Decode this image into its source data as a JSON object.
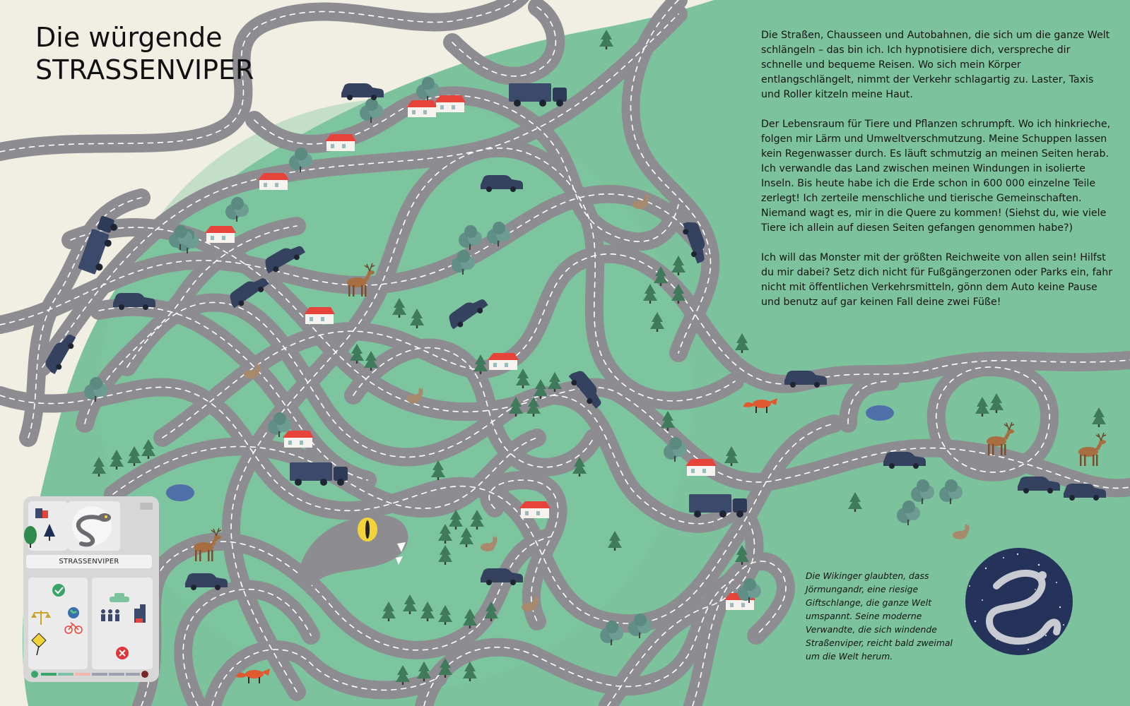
{
  "title": {
    "line1": "Die würgende",
    "line2": "STRASSENVIPER"
  },
  "paragraphs": [
    "Die Straßen, Chausseen und Autobahnen, die sich um die ganze Welt schlängeln – das bin ich. Ich hypnotisiere dich, verspreche dir schnelle und bequeme Reisen. Wo sich mein Körper entlangschlängelt, nimmt der Verkehr schlagartig zu. Laster, Taxis und Roller kitzeln meine Haut.",
    "Der Lebensraum für Tiere und Pflanzen schrumpft. Wo ich hinkrieche, folgen mir Lärm und Umweltverschmutzung. Meine Schuppen lassen kein Regenwasser durch. Es läuft schmutzig an meinen Seiten herab. Ich verwandle das Land zwischen meinen Windungen in isolierte Inseln. Bis heute habe ich die Erde schon in 600 000 einzelne Teile zerlegt! Ich zerteile menschliche und tierische Gemeinschaften. Niemand wagt es, mir in die Quere zu kommen! (Siehst du, wie viele Tiere ich allein auf diesen Seiten gefangen genommen habe?)",
    "Ich will das Monster mit der größten Reichweite von allen sein! Hilfst du mir dabei? Setz dich nicht für Fußgängerzonen oder Parks ein, fahr nicht mit öffentlichen Verkehrsmitteln, gönn dem Auto keine Pause und benutz auf gar keinen Fall deine zwei Füße!"
  ],
  "caption": "Die Wikinger glaubten, dass Jörmungandr, eine riesige Giftschlange, die ganze Welt umspannt. Seine moderne Verwandte, die sich windende Straßenviper, reicht bald zweimal um die Welt herum.",
  "card": {
    "label": "STRASSENVIPER",
    "icons": [
      "house-icon",
      "tree-icon",
      "snake-icon",
      "check-icon",
      "car-icon",
      "scales-icon",
      "globe-icon",
      "people-icon",
      "city-icon",
      "bicycle-icon",
      "road-sign-icon",
      "cross-icon"
    ]
  },
  "colors": {
    "paper": "#f1eee3",
    "land": "#7cc39d",
    "road": "#8d8d91",
    "road_marking": "#ffffff",
    "vehicle": "#3b4a6b",
    "house_roof": "#e6443b",
    "tree": "#3f7a5a",
    "snake_eye": "#f2d33a",
    "night_circle": "#25335b"
  }
}
